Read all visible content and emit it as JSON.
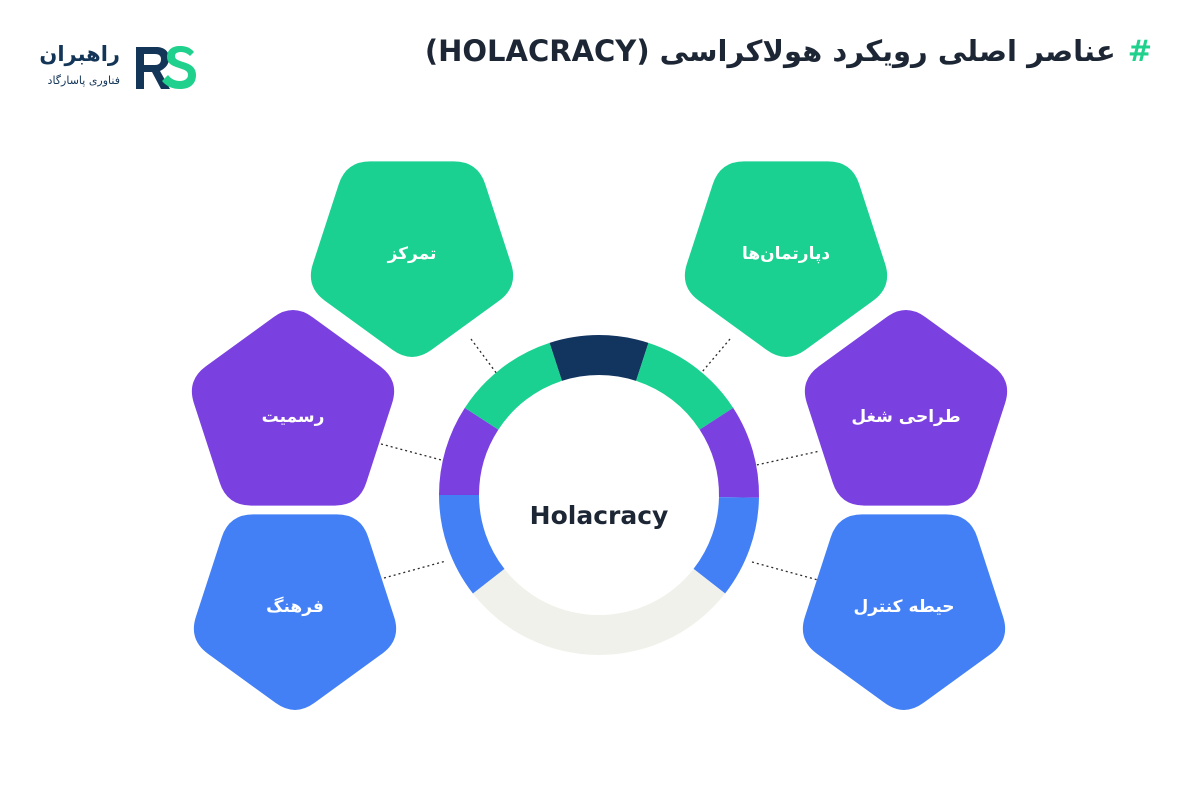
{
  "header": {
    "title": "عناصر اصلی رویکرد هولاکراسی (HOLACRACY)",
    "hash": "#"
  },
  "logo": {
    "name": "راهبران",
    "tagline": "فناوری پاسارگاد",
    "monogram": "RS",
    "colors": {
      "r": "#133558",
      "s": "#1fd18c"
    }
  },
  "diagram": {
    "center_label": "Holacracy",
    "colors": {
      "green": "#1ad192",
      "purple": "#7b40e0",
      "blue": "#4380f5",
      "navy": "#123560",
      "gray": "#f1f1ec"
    },
    "elements": [
      {
        "label": "تمرکز",
        "color": "green",
        "side": "left"
      },
      {
        "label": "رسمیت",
        "color": "purple",
        "side": "left"
      },
      {
        "label": "فرهنگ",
        "color": "blue",
        "side": "left"
      },
      {
        "label": "دپارتمان‌ها",
        "color": "green",
        "side": "right"
      },
      {
        "label": "طراحی شغل",
        "color": "purple",
        "side": "right"
      },
      {
        "label": "حیطه کنترل",
        "color": "blue",
        "side": "right"
      }
    ]
  }
}
